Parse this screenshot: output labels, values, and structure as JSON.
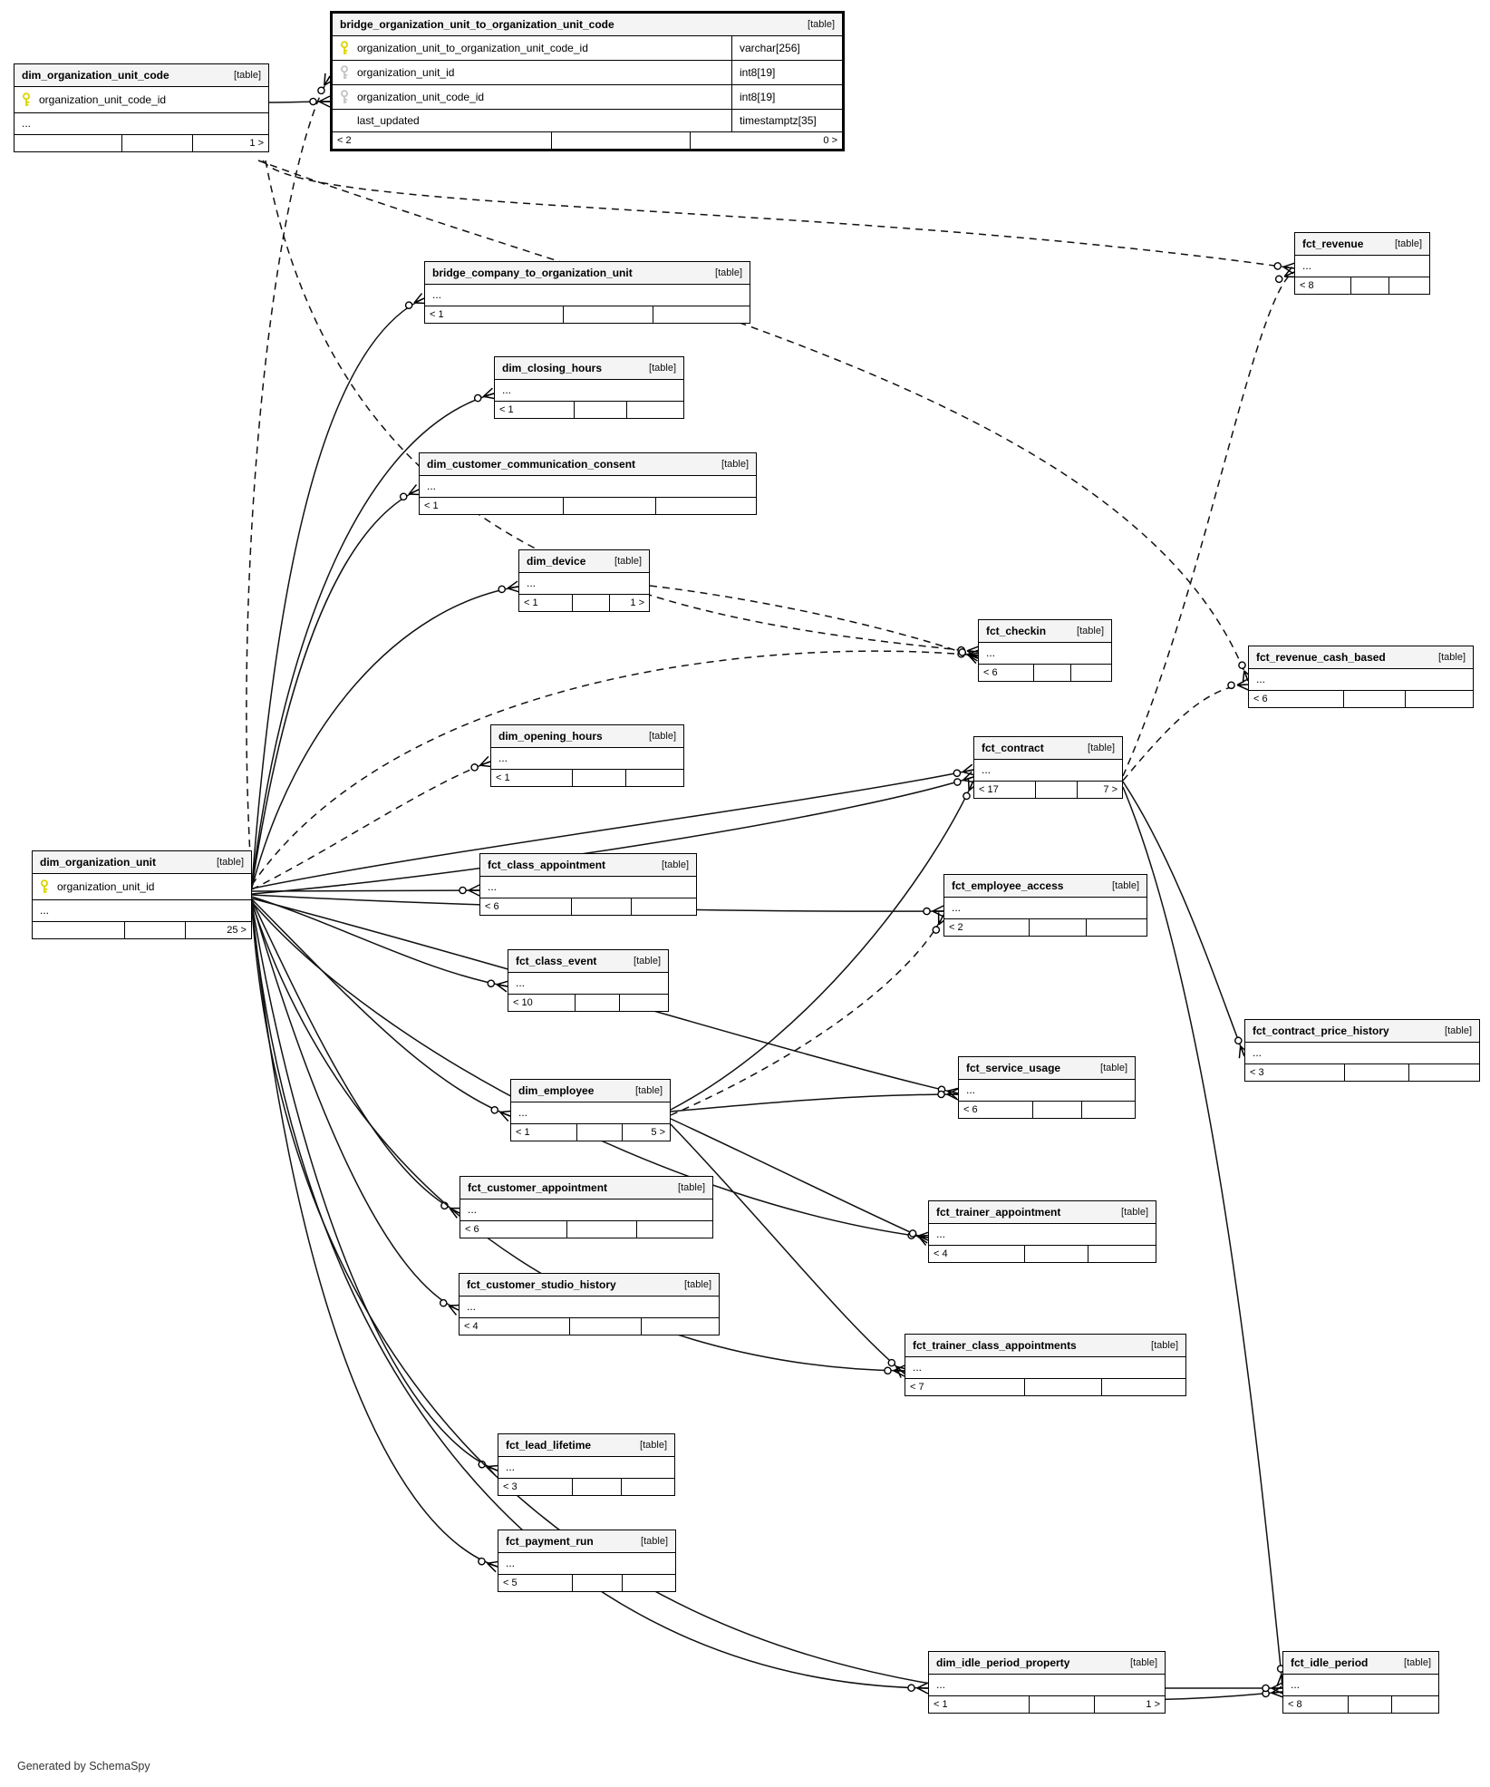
{
  "diagram": {
    "generator_note": "Generated by SchemaSpy",
    "table_badge": "[table]",
    "ellipsis": "...",
    "colors": {
      "header_bg": "#f4f4f4",
      "border": "#000000",
      "primary_key": "#ddd400",
      "foreign_key": "#c4c4c4"
    },
    "icons": {
      "primary_key": "key-icon-yellow",
      "foreign_key": "key-icon-gray"
    }
  },
  "tables": {
    "dim_organization_unit_code": {
      "name": "dim_organization_unit_code",
      "pk": "organization_unit_code_id",
      "dots": "...",
      "footer_left": "",
      "footer_right": "1 >"
    },
    "bridge_organization_unit_to_organization_unit_code": {
      "name": "bridge_organization_unit_to_organization_unit_code",
      "columns": [
        {
          "name": "organization_unit_to_organization_unit_code_id",
          "type": "varchar[256]",
          "key": "pk"
        },
        {
          "name": "organization_unit_id",
          "type": "int8[19]",
          "key": "fk"
        },
        {
          "name": "organization_unit_code_id",
          "type": "int8[19]",
          "key": "fk"
        },
        {
          "name": "last_updated",
          "type": "timestamptz[35]",
          "key": ""
        }
      ],
      "footer_left": "< 2",
      "footer_right": "0 >"
    },
    "fct_revenue": {
      "name": "fct_revenue",
      "dots": "...",
      "footer_left": "< 8",
      "footer_right": ""
    },
    "bridge_company_to_organization_unit": {
      "name": "bridge_company_to_organization_unit",
      "dots": "...",
      "footer_left": "< 1",
      "footer_right": ""
    },
    "dim_closing_hours": {
      "name": "dim_closing_hours",
      "dots": "...",
      "footer_left": "< 1",
      "footer_right": ""
    },
    "dim_customer_communication_consent": {
      "name": "dim_customer_communication_consent",
      "dots": "...",
      "footer_left": "< 1",
      "footer_right": ""
    },
    "dim_device": {
      "name": "dim_device",
      "dots": "...",
      "footer_left": "< 1",
      "footer_right": "1 >"
    },
    "fct_checkin": {
      "name": "fct_checkin",
      "dots": "...",
      "footer_left": "< 6",
      "footer_right": ""
    },
    "fct_revenue_cash_based": {
      "name": "fct_revenue_cash_based",
      "dots": "...",
      "footer_left": "< 6",
      "footer_right": ""
    },
    "dim_opening_hours": {
      "name": "dim_opening_hours",
      "dots": "...",
      "footer_left": "< 1",
      "footer_right": ""
    },
    "fct_contract": {
      "name": "fct_contract",
      "dots": "...",
      "footer_left": "< 17",
      "footer_right": "7 >"
    },
    "dim_organization_unit": {
      "name": "dim_organization_unit",
      "pk": "organization_unit_id",
      "dots": "...",
      "footer_left": "",
      "footer_right": "25 >"
    },
    "fct_class_appointment": {
      "name": "fct_class_appointment",
      "dots": "...",
      "footer_left": "< 6",
      "footer_right": ""
    },
    "fct_employee_access": {
      "name": "fct_employee_access",
      "dots": "...",
      "footer_left": "< 2",
      "footer_right": ""
    },
    "fct_class_event": {
      "name": "fct_class_event",
      "dots": "...",
      "footer_left": "< 10",
      "footer_right": ""
    },
    "fct_service_usage": {
      "name": "fct_service_usage",
      "dots": "...",
      "footer_left": "< 6",
      "footer_right": ""
    },
    "dim_employee": {
      "name": "dim_employee",
      "dots": "...",
      "footer_left": "< 1",
      "footer_right": "5 >"
    },
    "fct_contract_price_history": {
      "name": "fct_contract_price_history",
      "dots": "...",
      "footer_left": "< 3",
      "footer_right": ""
    },
    "fct_customer_appointment": {
      "name": "fct_customer_appointment",
      "dots": "...",
      "footer_left": "< 6",
      "footer_right": ""
    },
    "fct_trainer_appointment": {
      "name": "fct_trainer_appointment",
      "dots": "...",
      "footer_left": "< 4",
      "footer_right": ""
    },
    "fct_customer_studio_history": {
      "name": "fct_customer_studio_history",
      "dots": "...",
      "footer_left": "< 4",
      "footer_right": ""
    },
    "fct_trainer_class_appointments": {
      "name": "fct_trainer_class_appointments",
      "dots": "...",
      "footer_left": "< 7",
      "footer_right": ""
    },
    "fct_lead_lifetime": {
      "name": "fct_lead_lifetime",
      "dots": "...",
      "footer_left": "< 3",
      "footer_right": ""
    },
    "fct_payment_run": {
      "name": "fct_payment_run",
      "dots": "...",
      "footer_left": "< 5",
      "footer_right": ""
    },
    "dim_idle_period_property": {
      "name": "dim_idle_period_property",
      "dots": "...",
      "footer_left": "< 1",
      "footer_right": "1 >"
    },
    "fct_idle_period": {
      "name": "fct_idle_period",
      "dots": "...",
      "footer_left": "< 8",
      "footer_right": ""
    }
  }
}
